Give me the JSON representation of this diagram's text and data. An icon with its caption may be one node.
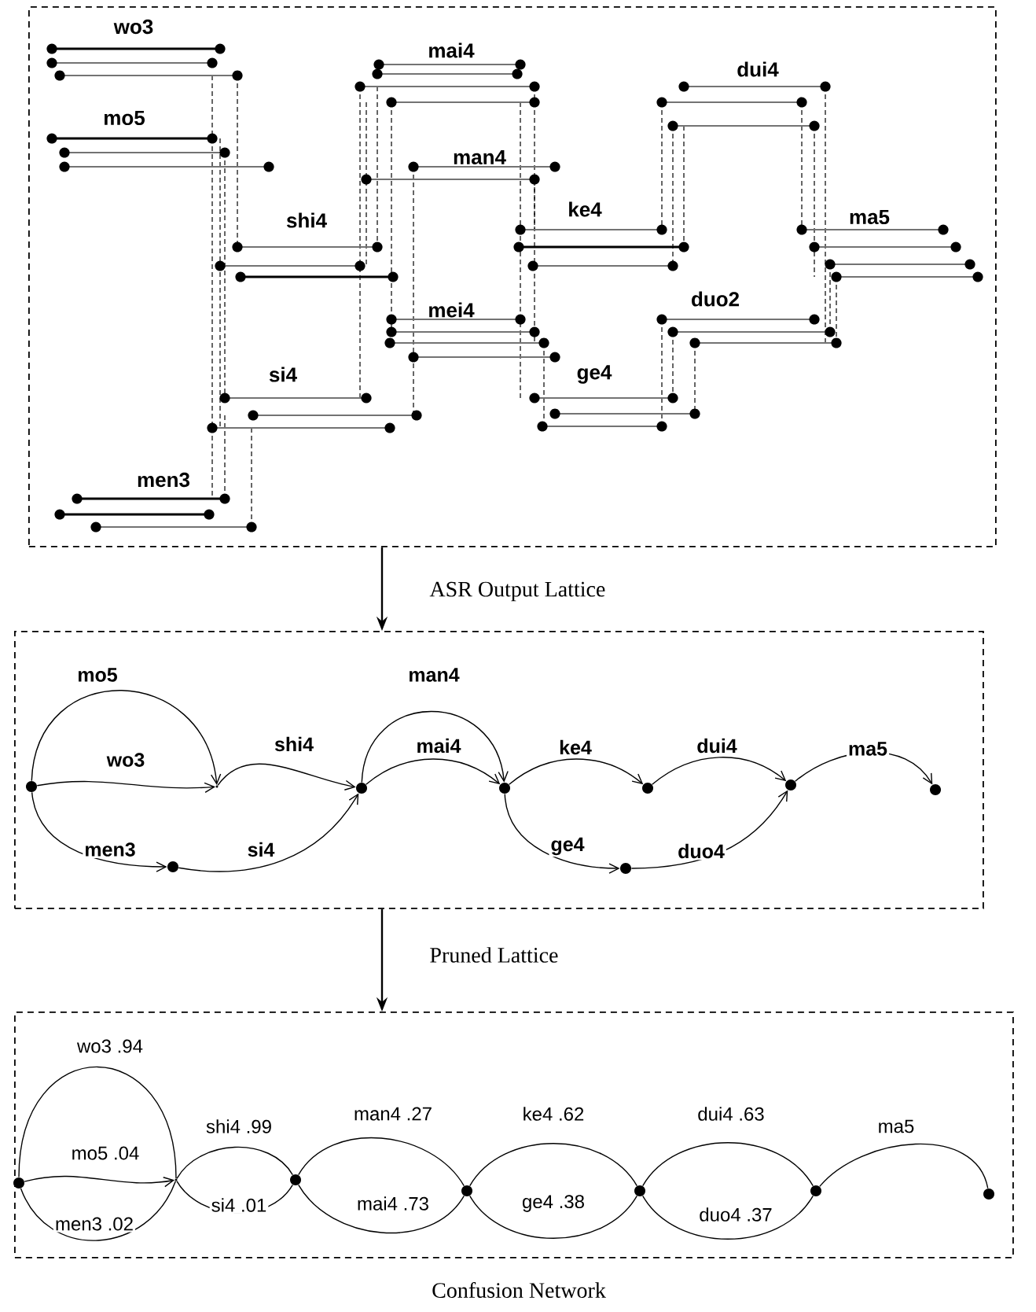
{
  "diagram": {
    "caption": "Confusion Network",
    "nodes": [
      {
        "text": [],
        "shape": "box"
      },
      {
        "text": [],
        "shape": "box"
      },
      {
        "text": [],
        "shape": "circle",
        "in": 1
      },
      {
        "text": [],
        "shape": "circle",
        "in": 1
      },
      {
        "text": [],
        "shape": "circle",
        "in": 1
      },
      {
        "text": [],
        "shape": "circle",
        "in": 1
      },
      {
        "text": [],
        "shape": "circle",
        "in": 1
      },
      {
        "text": [],
        "shape": "circle",
        "in": 1
      },
      {
        "text": [],
        "shape": "circle",
        "in": 1
      },
      {
        "text": [],
        "shape": "circle",
        "in": 1
      },
      {
        "text": [],
        "shape": "circle",
        "in": 1
      },
      {
        "text": [],
        "shape": "box"
      },
      {
        "text": [],
        "shape": "circle",
        "in": 11
      },
      {
        "text": [],
        "shape": "circle",
        "in": 11
      },
      {
        "text": [],
        "shape": "circle",
        "in": 11
      },
      {
        "text": [],
        "shape": "circle",
        "in": 11
      },
      {
        "text": [],
        "shape": "circle",
        "in": 11
      },
      {
        "text": [],
        "shape": "circle",
        "in": 11
      },
      {
        "text": [],
        "shape": "circle",
        "in": 11
      }
    ],
    "edges": [
      {
        "from": 0,
        "to": 1,
        "arrow": "to",
        "label": "ASR Output Lattice"
      },
      {
        "from": 1,
        "to": 11,
        "arrow": "to",
        "label": "Pruned Lattice"
      },
      {
        "from": 2,
        "to": 4,
        "arrow": "to",
        "label": "mo5"
      },
      {
        "from": 2,
        "to": 4,
        "arrow": "to",
        "label": "wo3"
      },
      {
        "from": 4,
        "to": 5,
        "arrow": "to",
        "label": "shi4"
      },
      {
        "from": 2,
        "to": 3,
        "arrow": "to",
        "label": "men3"
      },
      {
        "from": 3,
        "to": 5,
        "arrow": "to",
        "label": "si4"
      },
      {
        "from": 5,
        "to": 6,
        "arrow": "to",
        "label": "man4"
      },
      {
        "from": 5,
        "to": 6,
        "arrow": "to",
        "label": "mai4"
      },
      {
        "from": 6,
        "to": 8,
        "arrow": "to",
        "label": "ke4"
      },
      {
        "from": 6,
        "to": 7,
        "arrow": "to",
        "label": "ge4"
      },
      {
        "from": 8,
        "to": 9,
        "arrow": "to",
        "label": "dui4"
      },
      {
        "from": 7,
        "to": 9,
        "arrow": "to",
        "label": "duo4"
      },
      {
        "from": 9,
        "to": 10,
        "arrow": "to",
        "label": "ma5"
      },
      {
        "from": 12,
        "to": 13,
        "arrow": "none",
        "label": "wo3 .94"
      },
      {
        "from": 12,
        "to": 13,
        "arrow": "to",
        "label": "mo5 .04"
      },
      {
        "from": 12,
        "to": 13,
        "arrow": "none",
        "label": "men3 .02"
      },
      {
        "from": 13,
        "to": 14,
        "arrow": "none",
        "label": "shi4 .99"
      },
      {
        "from": 13,
        "to": 14,
        "arrow": "none",
        "label": "si4 .01"
      },
      {
        "from": 14,
        "to": 15,
        "arrow": "none",
        "label": "man4 .27"
      },
      {
        "from": 14,
        "to": 15,
        "arrow": "none",
        "label": "mai4 .73"
      },
      {
        "from": 15,
        "to": 16,
        "arrow": "none",
        "label": "ke4 .62"
      },
      {
        "from": 15,
        "to": 16,
        "arrow": "none",
        "label": "ge4 .38"
      },
      {
        "from": 16,
        "to": 17,
        "arrow": "none",
        "label": "dui4 .63"
      },
      {
        "from": 16,
        "to": 17,
        "arrow": "none",
        "label": "duo4 .37"
      },
      {
        "from": 17,
        "to": 18,
        "arrow": "none",
        "label": "ma5"
      }
    ],
    "labels": [
      "wo3",
      "mai4",
      "dui4",
      "mo5",
      "man4",
      "ke4",
      "shi4",
      "ma5",
      "mei4",
      "duo2",
      "si4",
      "ge4",
      "men3"
    ]
  }
}
